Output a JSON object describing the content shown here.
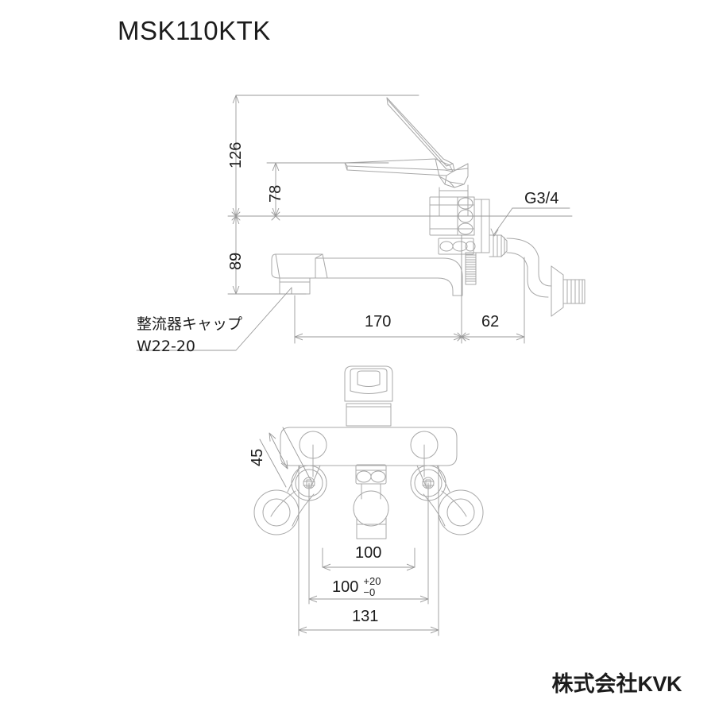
{
  "page": {
    "title": "MSK110KTK",
    "brand_jp": "株式会社",
    "brand_mark": "KVK",
    "background_color": "#ffffff",
    "line_color": "#a8a8a8",
    "dim_line_color": "#9a9a9a",
    "text_color": "#1c1c1c"
  },
  "side_view": {
    "name": "side-elevation",
    "dimensions": {
      "height_total": "126",
      "height_lever": "78",
      "height_spout_drop": "89",
      "reach_spout": "170",
      "offset_wall": "62"
    },
    "callouts": {
      "thread": "G3/4",
      "aerator_cap_line1": "整流器キャップ",
      "aerator_cap_line2": "W22-20"
    }
  },
  "plan_view": {
    "name": "plan-view",
    "dimensions": {
      "offset_45": "45",
      "spread_inner": "100",
      "spread_tolerance_value": "100",
      "spread_tolerance_plus": "+20",
      "spread_tolerance_minus": "−0",
      "overall_width": "131"
    }
  }
}
